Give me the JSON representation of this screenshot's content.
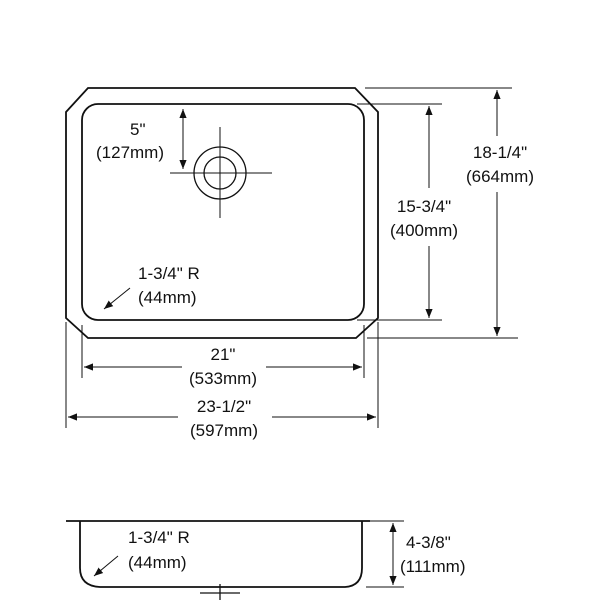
{
  "top_view": {
    "drain_offset": {
      "imperial": "5\"",
      "metric": "(127mm)"
    },
    "corner_radius": {
      "imperial": "1-3/4\" R",
      "metric": "(44mm)"
    },
    "bowl_width": {
      "imperial": "21\"",
      "metric": "(533mm)"
    },
    "overall_width": {
      "imperial": "23-1/2\"",
      "metric": "(597mm)"
    },
    "bowl_length": {
      "imperial": "15-3/4\"",
      "metric": "(400mm)"
    },
    "overall_length": {
      "imperial": "18-1/4\"",
      "metric": "(664mm)"
    }
  },
  "side_view": {
    "corner_radius": {
      "imperial": "1-3/4\" R",
      "metric": "(44mm)"
    },
    "bowl_depth": {
      "imperial": "4-3/8\"",
      "metric": "(111mm)"
    }
  }
}
